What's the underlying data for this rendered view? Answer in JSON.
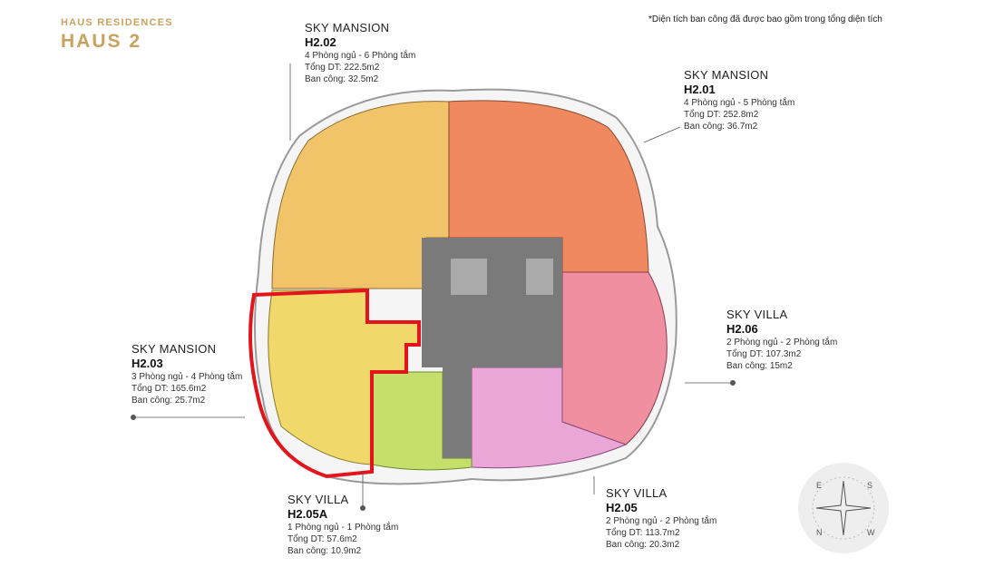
{
  "header": {
    "brand": "HAUS RESIDENCES",
    "title": "HAUS 2",
    "note": "*Diện tích ban công đã được bao gồm trong tổng diện tích"
  },
  "units": {
    "h202": {
      "type": "SKY MANSION",
      "code": "H2.02",
      "rooms": "4 Phòng ngủ - 6 Phòng tắm",
      "total": "Tổng DT: 222.5m2",
      "balcony": "Ban công: 32.5m2",
      "color": "#f2c46a"
    },
    "h201": {
      "type": "SKY MANSION",
      "code": "H2.01",
      "rooms": "4 Phòng ngủ - 5 Phòng tắm",
      "total": "Tổng DT: 252.8m2",
      "balcony": "Ban công: 36.7m2",
      "color": "#f0895f"
    },
    "h203": {
      "type": "SKY MANSION",
      "code": "H2.03",
      "rooms": "3 Phòng ngủ - 4 Phòng tắm",
      "total": "Tổng DT: 165.6m2",
      "balcony": "Ban công: 25.7m2",
      "color": "#f1d86a"
    },
    "h206": {
      "type": "SKY VILLA",
      "code": "H2.06",
      "rooms": "2 Phòng ngủ - 2 Phòng tắm",
      "total": "Tổng DT: 107.3m2",
      "balcony": "Ban công: 15m2",
      "color": "#ef8fa0"
    },
    "h205a": {
      "type": "SKY VILLA",
      "code": "H2.05A",
      "rooms": "1 Phòng ngủ - 1 Phòng tắm",
      "total": "Tổng DT: 57.6m2",
      "balcony": "Ban công: 10.9m2",
      "color": "#c6de6a"
    },
    "h205": {
      "type": "SKY VILLA",
      "code": "H2.05",
      "rooms": "2 Phòng ngủ - 2 Phòng tắm",
      "total": "Tổng DT: 113.7m2",
      "balcony": "Ban công: 20.3m2",
      "color": "#e9a6d6"
    }
  },
  "highlight_color": "#e3141b",
  "core_color": "#7a7a7a",
  "compass": {
    "n": "N",
    "e": "E",
    "s": "S",
    "w": "W"
  }
}
